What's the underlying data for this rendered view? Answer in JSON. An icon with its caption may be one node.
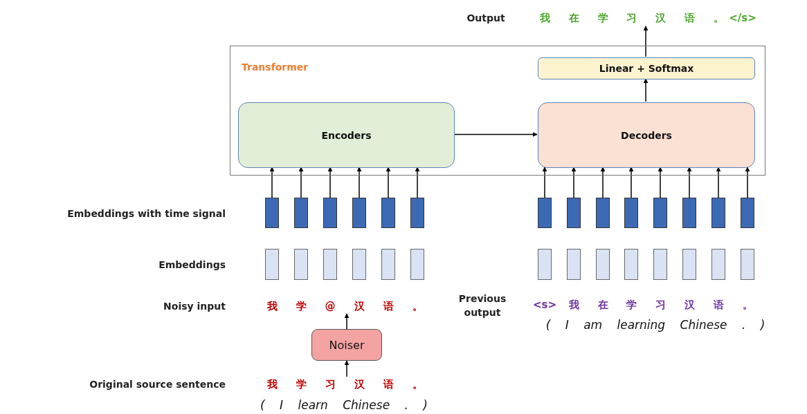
{
  "diagram": {
    "nodes": [
      {
        "text": [
          "Transformer"
        ]
      },
      {
        "text": [
          "Encoders"
        ],
        "in": 0
      },
      {
        "text": [
          "Decoders"
        ],
        "in": 0
      },
      {
        "text": [
          "Linear + Softmax"
        ],
        "in": 0
      },
      {
        "text": [
          "Noiser"
        ]
      },
      {
        "text": [],
        "shape": "bar"
      },
      {
        "text": [],
        "shape": "bar"
      },
      {
        "text": [],
        "shape": "bar"
      },
      {
        "text": [],
        "shape": "bar"
      },
      {
        "text": [],
        "shape": "bar"
      },
      {
        "text": [],
        "shape": "bar"
      },
      {
        "text": [],
        "shape": "bar"
      },
      {
        "text": [],
        "shape": "bar"
      },
      {
        "text": [],
        "shape": "bar"
      },
      {
        "text": [],
        "shape": "bar"
      },
      {
        "text": [],
        "shape": "bar"
      },
      {
        "text": [],
        "shape": "bar"
      },
      {
        "text": [],
        "shape": "bar"
      },
      {
        "text": [],
        "shape": "bar"
      },
      {
        "text": [],
        "shape": "box"
      },
      {
        "text": [],
        "shape": "box"
      },
      {
        "text": [],
        "shape": "box"
      },
      {
        "text": [],
        "shape": "box"
      },
      {
        "text": [],
        "shape": "box"
      },
      {
        "text": [],
        "shape": "box"
      },
      {
        "text": [],
        "shape": "box"
      },
      {
        "text": [],
        "shape": "box"
      },
      {
        "text": [],
        "shape": "box"
      },
      {
        "text": [],
        "shape": "box"
      },
      {
        "text": [],
        "shape": "box"
      },
      {
        "text": [],
        "shape": "box"
      },
      {
        "text": [],
        "shape": "box"
      },
      {
        "text": [],
        "shape": "box"
      },
      {
        "text": [
          "我",
          "在",
          "学",
          "习",
          "汉",
          "语",
          "。",
          "</s>"
        ]
      },
      {
        "text": [
          "我",
          "学",
          "@",
          "汉",
          "语",
          "。"
        ]
      },
      {
        "text": [
          "我",
          "学",
          "习",
          "汉",
          "语",
          "。"
        ]
      }
    ],
    "edges": [
      {
        "from": 5,
        "to": 1,
        "arrow": "to"
      },
      {
        "from": 6,
        "to": 1,
        "arrow": "to"
      },
      {
        "from": 7,
        "to": 1,
        "arrow": "to"
      },
      {
        "from": 8,
        "to": 1,
        "arrow": "to"
      },
      {
        "from": 9,
        "to": 1,
        "arrow": "to"
      },
      {
        "from": 10,
        "to": 1,
        "arrow": "to"
      },
      {
        "from": 11,
        "to": 2,
        "arrow": "to"
      },
      {
        "from": 12,
        "to": 2,
        "arrow": "to"
      },
      {
        "from": 13,
        "to": 2,
        "arrow": "to"
      },
      {
        "from": 14,
        "to": 2,
        "arrow": "to"
      },
      {
        "from": 15,
        "to": 2,
        "arrow": "to"
      },
      {
        "from": 16,
        "to": 2,
        "arrow": "to"
      },
      {
        "from": 17,
        "to": 2,
        "arrow": "to"
      },
      {
        "from": 18,
        "to": 2,
        "arrow": "to"
      },
      {
        "from": 1,
        "to": 2,
        "arrow": "to"
      },
      {
        "from": 2,
        "to": 3,
        "arrow": "to"
      },
      {
        "from": 3,
        "to": 33,
        "arrow": "to"
      },
      {
        "from": 4,
        "to": 34,
        "arrow": "to"
      },
      {
        "from": 35,
        "to": 4,
        "arrow": "to"
      }
    ],
    "labels": [
      "Output",
      "Embeddings with time signal",
      "Embeddings",
      "Noisy input",
      "Previous output",
      "<s>",
      "我",
      "在",
      "学",
      "习",
      "汉",
      "语",
      "。",
      "( I am learning Chinese . )",
      "Original source sentence",
      "( I learn Chinese . )"
    ]
  }
}
